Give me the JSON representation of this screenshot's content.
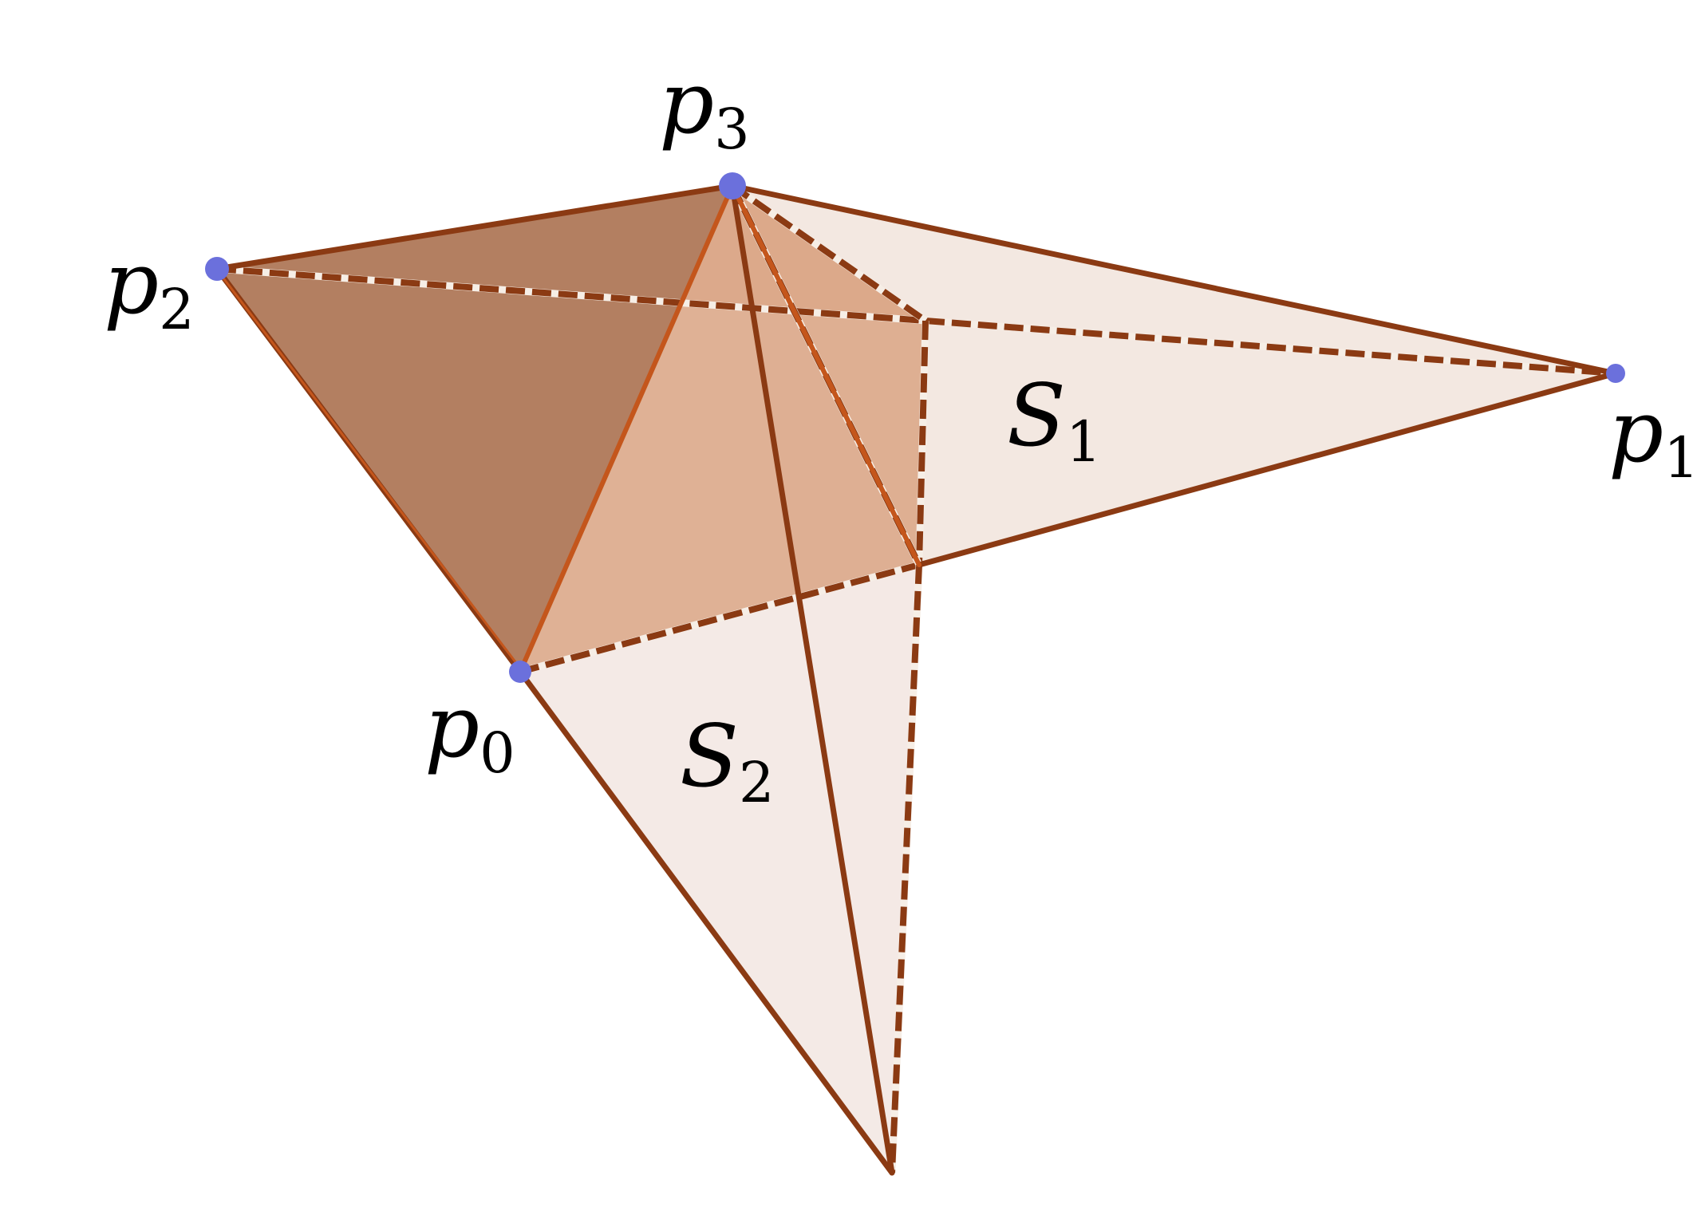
{
  "labels": {
    "p0": {
      "main": "p",
      "sub": "0"
    },
    "p1": {
      "main": "p",
      "sub": "1"
    },
    "p2": {
      "main": "p",
      "sub": "2"
    },
    "p3": {
      "main": "p",
      "sub": "3"
    },
    "S1": {
      "main": "S",
      "sub": "1"
    },
    "S2": {
      "main": "S",
      "sub": "2"
    }
  },
  "colors": {
    "edge": "#8b3a13",
    "edge_front": "#c4561c",
    "face_dark": "#b37f61",
    "face_mid": "#dca889",
    "face_light": "#f1e4dc",
    "face_pale": "#f3e9e5",
    "vertex": "#6b70dc",
    "highlight": "#f6eee6"
  }
}
